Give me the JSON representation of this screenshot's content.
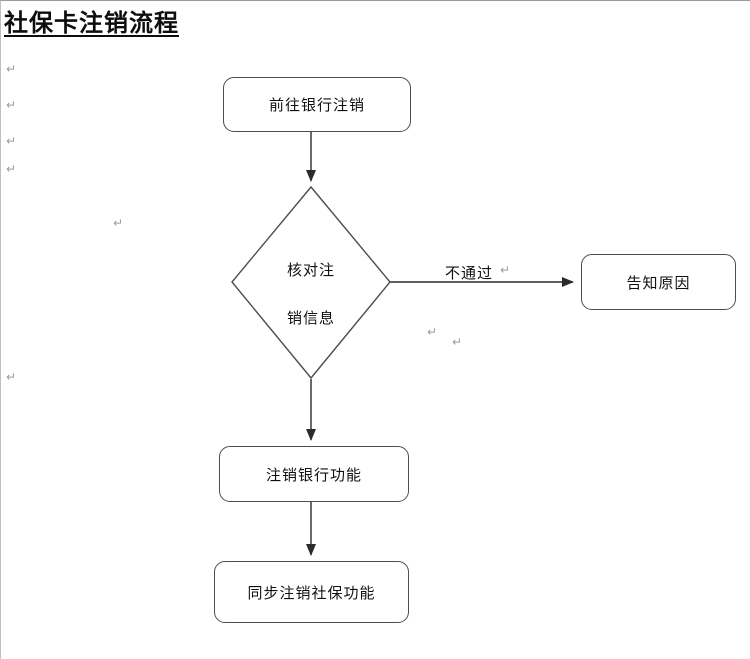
{
  "page": {
    "title": "社保卡注销流程"
  },
  "flowchart": {
    "nodes": {
      "start": {
        "label": "前往银行注销",
        "type": "rounded-rect"
      },
      "verify": {
        "line1": "核对注",
        "line2": "销信息",
        "type": "diamond"
      },
      "inform": {
        "label": "告知原因",
        "type": "rounded-rect"
      },
      "cancel_bank": {
        "label": "注销银行功能",
        "type": "rounded-rect"
      },
      "cancel_social": {
        "label": "同步注销社保功能",
        "type": "rounded-rect"
      }
    },
    "edges": {
      "fail_label": "不通过"
    },
    "colors": {
      "shape_border": "#4d4d4d",
      "arrow": "#2b2b2b",
      "text": "#111111"
    }
  },
  "marks": {
    "paragraph": "↵"
  }
}
